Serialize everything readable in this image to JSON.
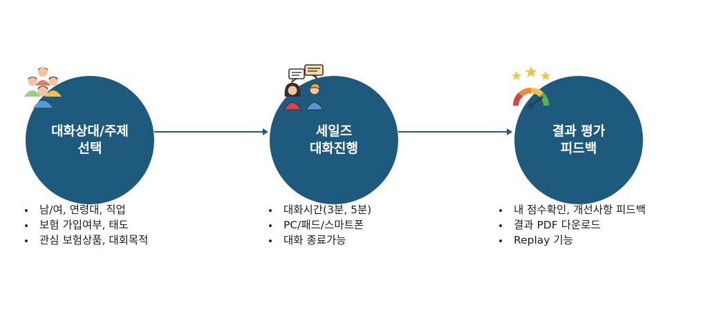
{
  "steps": [
    {
      "title_line1": "대화상대/주제",
      "title_line2": "선택",
      "icon": "people-group-icon",
      "bullets": [
        "남/여, 연령대, 직업",
        "보험 가입여부, 태도",
        "관심 보험상품, 대회목적"
      ]
    },
    {
      "title_line1": "세일즈",
      "title_line2": "대화진행",
      "icon": "conversation-icon",
      "bullets": [
        "대화시간(3분, 5분)",
        "PC/패드/스마트폰",
        "대화 종료가능"
      ]
    },
    {
      "title_line1": "결과 평가",
      "title_line2": "피드백",
      "icon": "rating-gauge-icon",
      "bullets": [
        "내 점수확인, 개선사항 피드백",
        "결과 PDF 다운로드",
        "Replay 기능"
      ]
    }
  ],
  "colors": {
    "circle": "#1d5a7e",
    "arrow": "#1d5a7e",
    "text": "#1a1a1a"
  }
}
